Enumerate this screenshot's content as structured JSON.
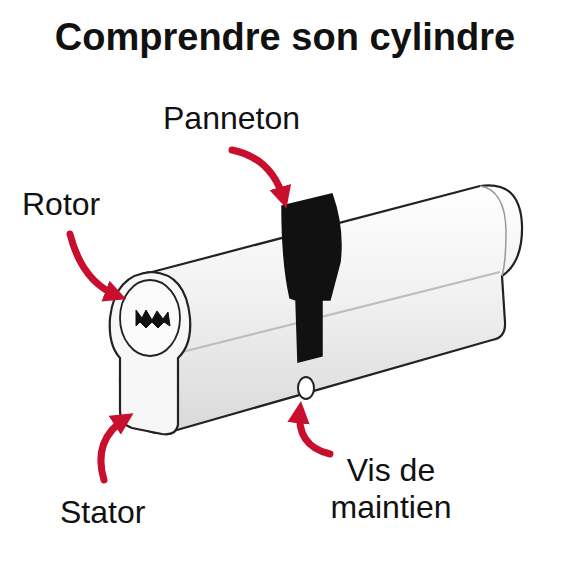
{
  "diagram": {
    "title": "Comprendre son cylindre",
    "labels": [
      "Panneton",
      "Rotor",
      "Stator",
      "Vis de maintien"
    ]
  }
}
